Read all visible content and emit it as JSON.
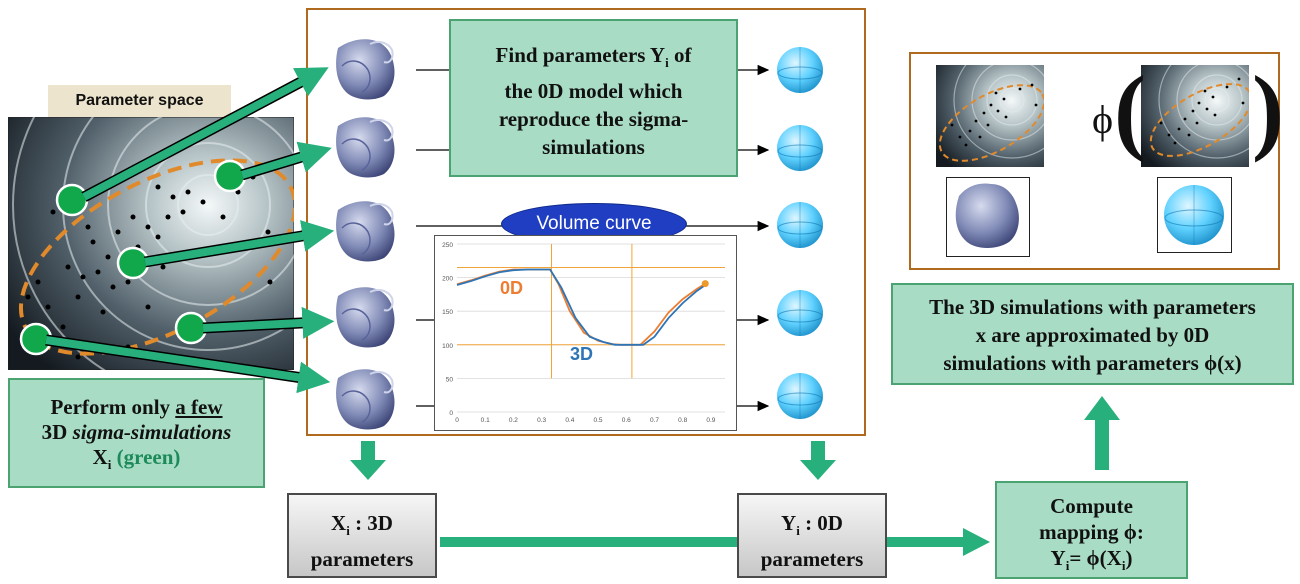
{
  "param_space": {
    "label": "Parameter space"
  },
  "left_box": {
    "line1": "Perform only",
    "line1_u": "a few",
    "line2_a": "3D",
    "line2_b": "sigma-simulations",
    "line3_x": "X",
    "line3_sub": "i",
    "line3_green": "(green)"
  },
  "find_box": {
    "line1_a": "Find parameters Y",
    "line1_sub": "i",
    "line1_b": "of",
    "line2": "the 0D model which",
    "line3": "reproduce the sigma-",
    "line4": "simulations"
  },
  "volume_curve": {
    "label": "Volume curve",
    "label_0d": "0D",
    "label_3d": "3D"
  },
  "chart_data": {
    "type": "line",
    "title": "",
    "xlabel": "",
    "ylabel": "",
    "x_ticks": [
      "0",
      "0.1",
      "0.2",
      "0.3",
      "0.4",
      "0.5",
      "0.6",
      "0.7",
      "0.8",
      "0.9"
    ],
    "y_ticks": [
      "0",
      "50",
      "100",
      "150",
      "200",
      "250"
    ],
    "xlim": [
      0,
      0.95
    ],
    "ylim": [
      0,
      250
    ],
    "grid": true,
    "series": [
      {
        "name": "0D",
        "color": "#ed7d31",
        "x": [
          0,
          0.05,
          0.1,
          0.15,
          0.2,
          0.25,
          0.3,
          0.33,
          0.36,
          0.4,
          0.45,
          0.5,
          0.55,
          0.58,
          0.62,
          0.65,
          0.7,
          0.75,
          0.8,
          0.85,
          0.88
        ],
        "y": [
          190,
          196,
          203,
          209,
          212,
          212,
          212,
          212,
          190,
          150,
          118,
          106,
          101,
          100,
          100,
          100,
          120,
          148,
          168,
          183,
          191
        ]
      },
      {
        "name": "3D",
        "color": "#2e75b6",
        "x": [
          0,
          0.05,
          0.1,
          0.15,
          0.2,
          0.25,
          0.3,
          0.33,
          0.37,
          0.42,
          0.47,
          0.52,
          0.56,
          0.6,
          0.64,
          0.66,
          0.7,
          0.75,
          0.8,
          0.85,
          0.88
        ],
        "y": [
          189,
          195,
          202,
          208,
          211,
          212,
          212,
          212,
          185,
          140,
          112,
          104,
          100,
          100,
          100,
          100,
          112,
          140,
          162,
          180,
          189
        ]
      }
    ],
    "ref_h": [
      215,
      100
    ],
    "ref_v": [
      0.335,
      0.62
    ],
    "end_point": {
      "x": 0.88,
      "y": 191
    }
  },
  "x_box": {
    "x": "X",
    "sub": "i",
    "label": " : 3D",
    "line2": "parameters"
  },
  "y_box": {
    "y": "Y",
    "sub": "i",
    "label": " : 0D",
    "line2": "parameters"
  },
  "compute_box": {
    "line1": "Compute",
    "line2": "mapping ϕ:",
    "line3_y": "Y",
    "line3_sub": "i",
    "line3_eq": "= ϕ(X",
    "line3_sub2": "i",
    "line3_end": ")"
  },
  "approx_box": {
    "line1": "The 3D simulations with parameters",
    "line2": "x are approximated by 0D",
    "line3": "simulations with parameters ϕ(x)"
  },
  "phi_panel": {
    "phi": "ϕ",
    "open": "(",
    "close": ")"
  },
  "colors": {
    "green_box": "#a8dcc5",
    "arrow_green": "#27b07b",
    "orange": "#ed7d31",
    "blue": "#2e75b6",
    "frame": "#b06a1f"
  }
}
